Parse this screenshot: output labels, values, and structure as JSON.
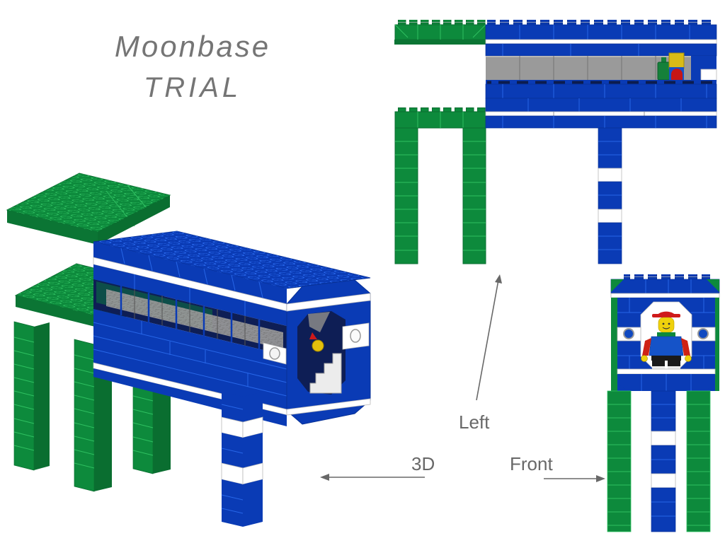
{
  "title": {
    "line1": "Moonbase",
    "line2": "TRIAL"
  },
  "views": {
    "iso_label": "3D",
    "left_label": "Left",
    "front_label": "Front"
  },
  "model": {
    "subject": "lego-moonbase-corridor-module",
    "figures": [
      "minifigure-front-view",
      "minifigure-side-view",
      "green-bottle",
      "white-staircase"
    ]
  },
  "colors": {
    "brick_blue": "#0a3bb5",
    "blue_seam": "#2766e8",
    "blue_dark": "#083196",
    "torso_blue": "#1553c8",
    "brick_green": "#0d8a3c",
    "green_seam": "#2fc061",
    "green_dark": "#0a6e30",
    "green_edge": "#0b7534",
    "corridor_gray": "#9a9a9a",
    "window_dark": "#0e1e55",
    "stripe_white": "#ffffff",
    "minifig_red": "#cf1a1a",
    "minifig_yellow": "#efd10c",
    "minifig_black": "#1a1a1a",
    "bottle_green": "#15803a",
    "crate_yellow": "#d9bb16",
    "label_gray": "#686868",
    "title_gray": "#757575"
  }
}
